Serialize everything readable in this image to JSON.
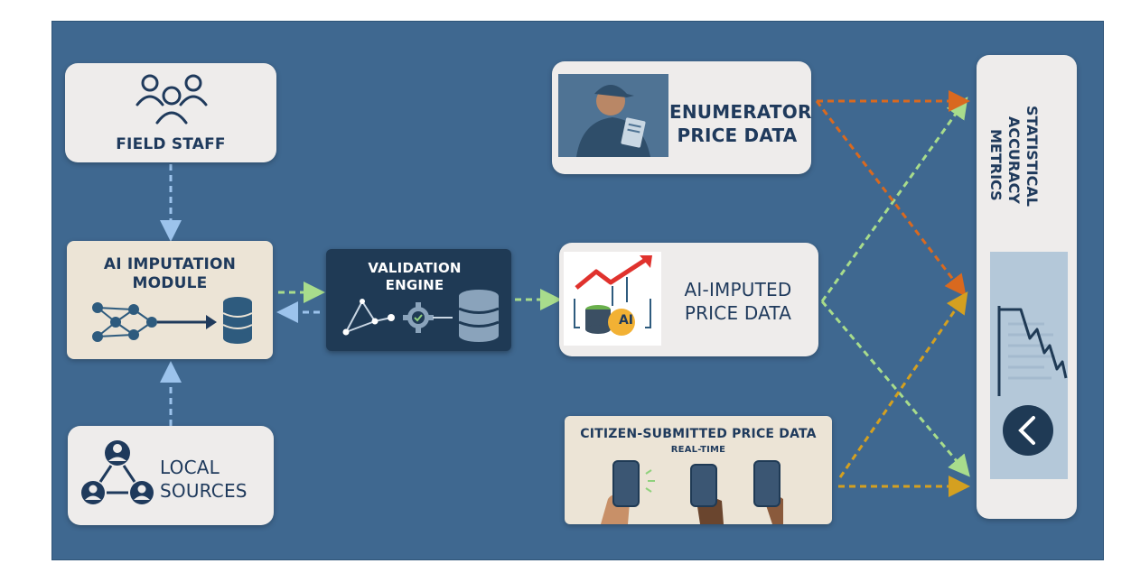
{
  "field_staff": {
    "label": "FIELD STAFF",
    "icon": "people-icon"
  },
  "ai_module": {
    "line1": "AI IMPUTATION",
    "line2": "MODULE",
    "icon": "network-to-database-icon"
  },
  "local_sources": {
    "line1": "LOCAL",
    "line2": "SOURCES",
    "icon": "connected-users-icon"
  },
  "validation": {
    "line1": "VALIDATION",
    "line2": "ENGINE",
    "icon": "gear-database-icon"
  },
  "enumerator": {
    "line1": "ENUMERATOR",
    "line2": "PRICE DATA",
    "icon": "enumerator-clipboard-icon"
  },
  "ai_imputed": {
    "line1": "AI-IMPUTED",
    "line2": "PRICE DATA",
    "icon": "ai-trend-icon",
    "badge": "AI"
  },
  "citizen": {
    "line1": "CITIZEN-SUBMITTED PRICE DATA",
    "line2": "REAL-TIME",
    "icon": "hands-with-phones-icon"
  },
  "metrics": {
    "label": "STATISTICAL ACCURACY METRICS",
    "line1": "STATISTICAL",
    "line2": "ACCURACY",
    "line3": "METRICS",
    "icon": "line-chart-icon"
  },
  "colors": {
    "background": "#3f6890",
    "card": "#eeeceb",
    "text": "#1f3a5c",
    "arrow_blue": "#9cc3ec",
    "arrow_green": "#a8dc8c",
    "arrow_orange": "#d9691f",
    "arrow_gold": "#d4a020"
  }
}
